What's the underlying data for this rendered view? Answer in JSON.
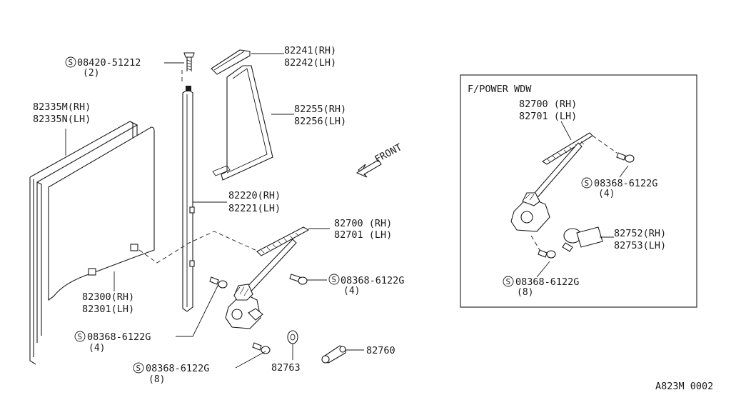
{
  "diagram": {
    "sheet_code": "A823M 0002",
    "front_label": "FRONT",
    "callouts": {
      "bolt_top": {
        "symbol": "S",
        "part": "08420-51212",
        "qty": "(2)"
      },
      "weatherstrip_outer": {
        "rh": "82241(RH)",
        "lh": "82242(LH)"
      },
      "sash": {
        "rh": "82335M(RH)",
        "lh": "82335N(LH)"
      },
      "fixed_glass": {
        "rh": "82255(RH)",
        "lh": "82256(LH)"
      },
      "channel": {
        "rh": "82220(RH)",
        "lh": "82221(LH)"
      },
      "regulator": {
        "rh": "82700 (RH)",
        "lh": "82701 (LH)"
      },
      "bolt_regulator_right": {
        "symbol": "S",
        "part": "08368-6122G",
        "qty": "(4)"
      },
      "door_glass": {
        "rh": "82300(RH)",
        "lh": "82301(LH)"
      },
      "bolt_left": {
        "symbol": "S",
        "part": "08368-6122G",
        "qty": "(4)"
      },
      "bolt_bottom": {
        "symbol": "S",
        "part": "08368-6122G",
        "qty": "(8)"
      },
      "washer": {
        "part": "82763"
      },
      "handle": {
        "part": "82760"
      }
    },
    "power_window_inset": {
      "title": "F/POWER WDW",
      "regulator": {
        "rh": "82700 (RH)",
        "lh": "82701 (LH)"
      },
      "bolt_upper": {
        "symbol": "S",
        "part": "08368-6122G",
        "qty": "(4)"
      },
      "motor": {
        "rh": "82752(RH)",
        "lh": "82753(LH)"
      },
      "bolt_lower": {
        "symbol": "S",
        "part": "08368-6122G",
        "qty": "(8)"
      }
    }
  }
}
